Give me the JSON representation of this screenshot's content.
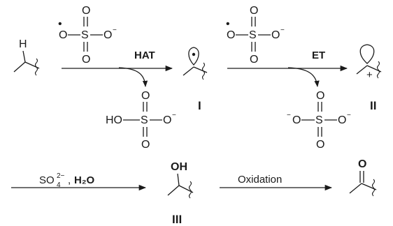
{
  "atoms": {
    "H": "H",
    "O": "O",
    "S": "S",
    "minus": "−",
    "plus": "+",
    "HO": "HO",
    "OH": "OH",
    "dot": "•"
  },
  "labels": {
    "hat": "HAT",
    "et": "ET",
    "oxidation": "Oxidation",
    "sulfate": "SO",
    "sulfate_sub": "4",
    "sulfate_sup": "2−",
    "sep": ",",
    "water": "H₂O"
  },
  "intermediates": {
    "I": "I",
    "II": "II",
    "III": "III"
  }
}
